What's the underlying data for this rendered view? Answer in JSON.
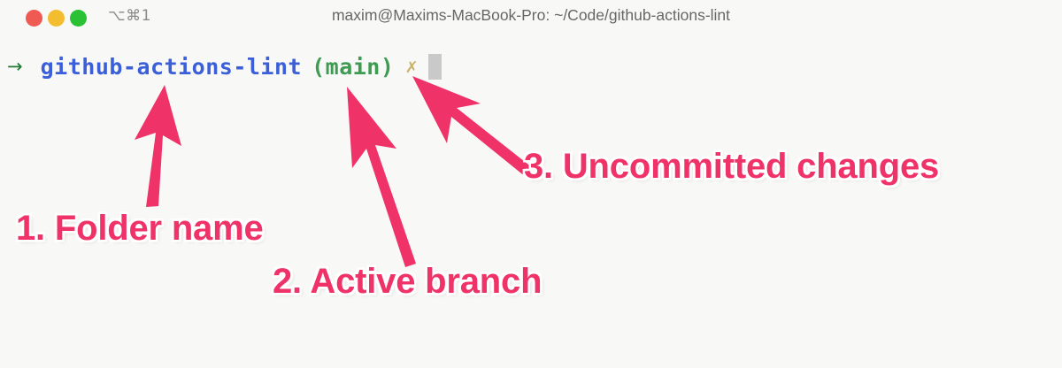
{
  "window": {
    "title": "maxim@Maxims-MacBook-Pro: ~/Code/github-actions-lint",
    "shortcut_badge": "⌥⌘1",
    "traffic_lights": [
      {
        "name": "close",
        "color": "#ef5b52"
      },
      {
        "name": "minimize",
        "color": "#f4bd30"
      },
      {
        "name": "zoom",
        "color": "#2ac134"
      }
    ]
  },
  "terminal": {
    "prompt": {
      "arrow": "→",
      "folder": "github-actions-lint",
      "branch": "(main)",
      "dirty_marker": "✗",
      "cursor": ""
    }
  },
  "annotations": {
    "accent_color": "#ef3268",
    "outline_color": "#ffffff",
    "callouts": [
      {
        "id": 1,
        "label": "1. Folder name",
        "target": "folder"
      },
      {
        "id": 2,
        "label": "2. Active branch",
        "target": "branch"
      },
      {
        "id": 3,
        "label": "3. Uncommitted changes",
        "target": "dirty_marker"
      }
    ]
  },
  "colors": {
    "background": "#f8f8f6",
    "folder_blue": "#3a5fd9",
    "branch_green": "#3d9b52",
    "prompt_arrow_green": "#1f7a33",
    "dirty_tan": "#c9b36b",
    "cursor_gray": "#c9c9c9",
    "title_gray": "#676767"
  }
}
